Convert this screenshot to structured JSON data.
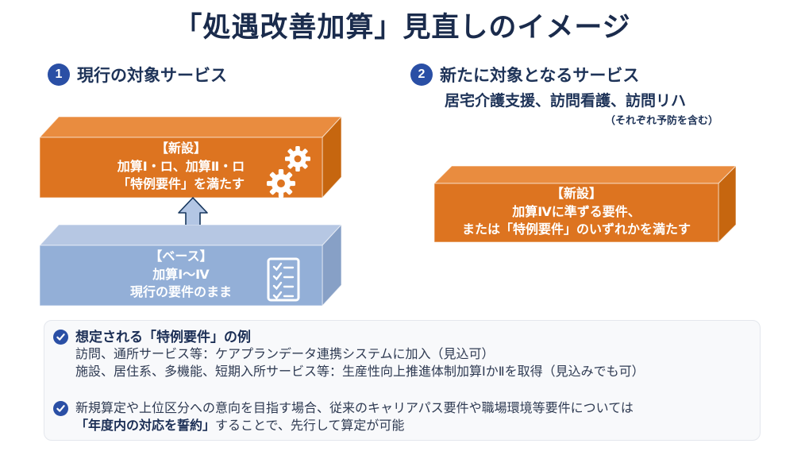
{
  "title": "「処遇改善加算」見直しのイメージ",
  "colors": {
    "orange_front": "#dd7420",
    "orange_top": "#e98c3f",
    "orange_side": "#c6660f",
    "blue_front": "#93afd7",
    "blue_top": "#b6c7e3",
    "blue_side": "#87a0c6",
    "navy_text": "#1e3358",
    "badge_blue": "#2a4fa5"
  },
  "section1": {
    "number": "1",
    "heading": "現行の対象サービス",
    "new_box": {
      "lines": [
        "【新設】",
        "加算Ⅰ・ロ、加算Ⅱ・ロ",
        "「特例要件」を満たす"
      ]
    },
    "base_box": {
      "lines": [
        "【ベース】",
        "加算Ⅰ～Ⅳ",
        "現行の要件のまま"
      ]
    }
  },
  "section2": {
    "number": "2",
    "heading": "新たに対象となるサービス",
    "subheading": "居宅介護支援、訪問看護、訪問リハ",
    "note": "（それぞれ予防を含む）",
    "new_box": {
      "lines": [
        "【新設】",
        "加算Ⅳに準ずる要件、",
        "または「特例要件」のいずれかを満たす"
      ]
    }
  },
  "panel": {
    "item1": {
      "title": "想定される「特例要件」の例",
      "detail1": "訪問、通所サービス等：ケアプランデータ連携システムに加入（見込可）",
      "detail2": "施設、居住系、多機能、短期入所サービス等：生産性向上推進体制加算ⅠかⅡを取得（見込みでも可）"
    },
    "item2": {
      "line1": "新規算定や上位区分への意向を目指す場合、従来のキャリアパス要件や職場環境等要件については",
      "bold": "「年度内の対応を誓約」",
      "rest": "することで、先行して算定が可能"
    }
  }
}
